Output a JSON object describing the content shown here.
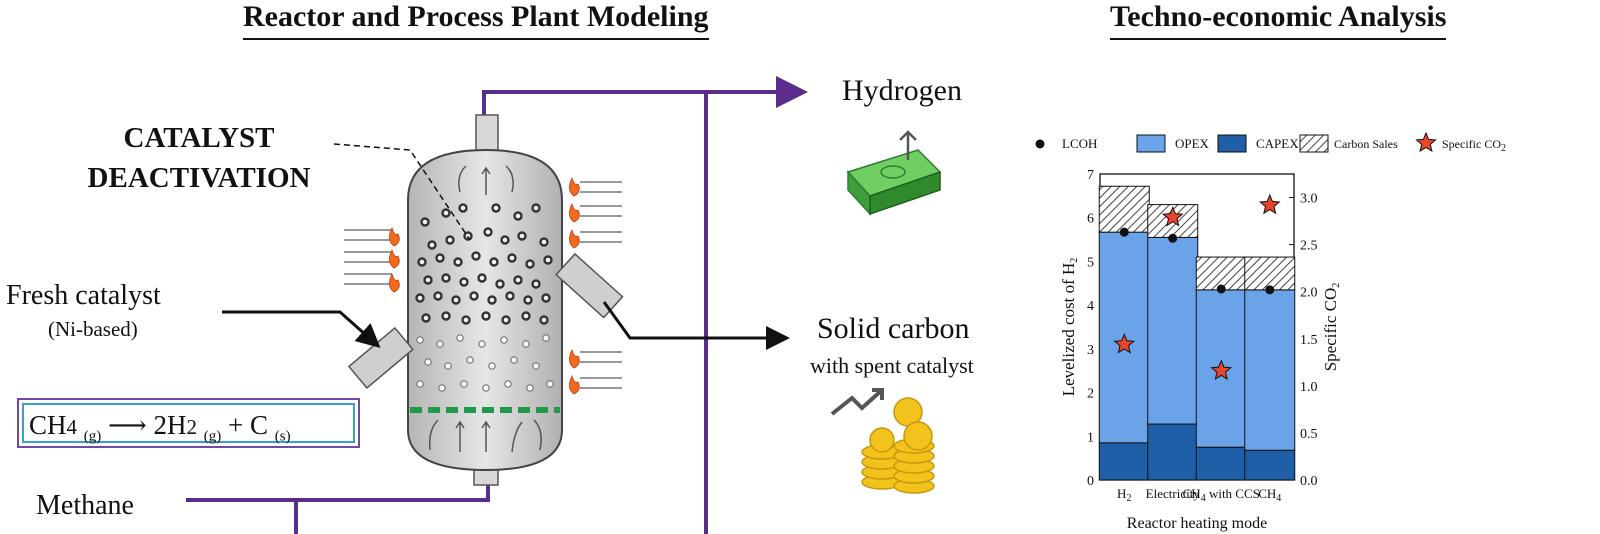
{
  "headings": {
    "left": "Reactor and Process Plant Modeling",
    "right": "Techno-economic Analysis"
  },
  "diagram": {
    "catalyst_label_line1": "CATALYST",
    "catalyst_label_line2": "DEACTIVATION",
    "fresh_catalyst": "Fresh catalyst",
    "fresh_catalyst_sub": "(Ni-based)",
    "methane": "Methane",
    "hydrogen": "Hydrogen",
    "solid_carbon": "Solid carbon",
    "solid_carbon_sub": "with spent catalyst",
    "equation": {
      "reactant": "CH",
      "reactant_sub": "4",
      "reactant_phase": "(g)",
      "product_coeff": "2H",
      "product_sub": "2",
      "product_phase": "(g)",
      "plus": "+ C",
      "solid_phase": "(s)"
    },
    "colors": {
      "pipe": "#5b2d8a",
      "distributor": "#1e9a4a",
      "money": "#4caf50",
      "coin": "#f2c31b"
    }
  },
  "chart_data": {
    "type": "bar",
    "stacked": true,
    "categories": [
      "H2",
      "Electricity",
      "CH4 with CCS",
      "CH4"
    ],
    "category_labels": [
      {
        "base": "H",
        "sub": "2",
        "suffix": ""
      },
      {
        "base": "Electricity",
        "sub": "",
        "suffix": ""
      },
      {
        "base": "CH",
        "sub": "4",
        "suffix": " with CCS"
      },
      {
        "base": "CH",
        "sub": "4",
        "suffix": ""
      }
    ],
    "series": [
      {
        "name": "CAPEX",
        "values": [
          0.85,
          1.28,
          0.75,
          0.68
        ],
        "color": "#1f5fa8"
      },
      {
        "name": "OPEX",
        "values": [
          4.82,
          4.27,
          3.6,
          3.67
        ],
        "color": "#6aa3e8"
      },
      {
        "name": "Carbon Sales",
        "values": [
          1.05,
          0.75,
          0.75,
          0.75
        ],
        "pattern": "hatch"
      }
    ],
    "lcoh": {
      "name": "LCOH",
      "values": [
        5.67,
        5.53,
        4.37,
        4.35
      ]
    },
    "specific_co2": {
      "name": "Specific CO",
      "name_sub": "2",
      "values": [
        1.44,
        2.79,
        1.16,
        2.92
      ],
      "color": "#e8452c"
    },
    "ylabel": "Levelized cost of H",
    "ylabel_sub": "2",
    "y2label": "Specific CO",
    "y2label_sub": "2",
    "xlabel": "Reactor heating mode",
    "ylim": [
      0,
      7
    ],
    "y2lim": [
      0,
      3.25
    ],
    "yticks": [
      "0",
      "1",
      "2",
      "3",
      "4",
      "5",
      "6",
      "7"
    ],
    "y2ticks": [
      "0.0",
      "0.5",
      "1.0",
      "1.5",
      "2.0",
      "2.5",
      "3.0"
    ],
    "legend": [
      "LCOH",
      "OPEX",
      "CAPEX",
      "Carbon Sales"
    ],
    "legend_placement": "top"
  }
}
